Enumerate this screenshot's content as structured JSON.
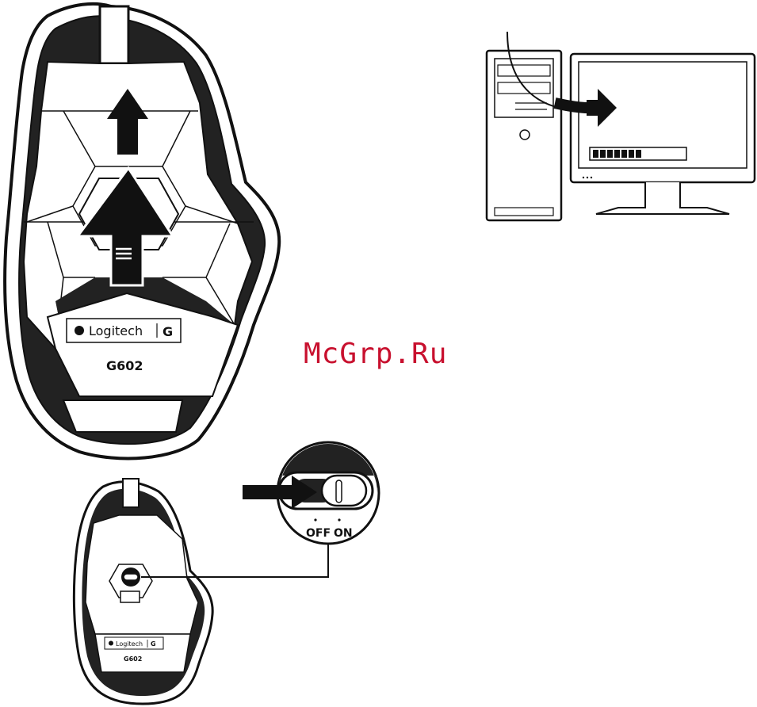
{
  "watermark": {
    "text": "McGrp.Ru",
    "color": "#c8102e"
  },
  "large_mouse": {
    "brand": "Logitech",
    "g_mark": "G",
    "model": "G602"
  },
  "small_mouse": {
    "brand": "Logitech",
    "g_mark": "G",
    "model": "G602"
  },
  "switch": {
    "off_label": "OFF",
    "on_label": "ON"
  },
  "colors": {
    "ink": "#111111",
    "paper": "#ffffff"
  }
}
